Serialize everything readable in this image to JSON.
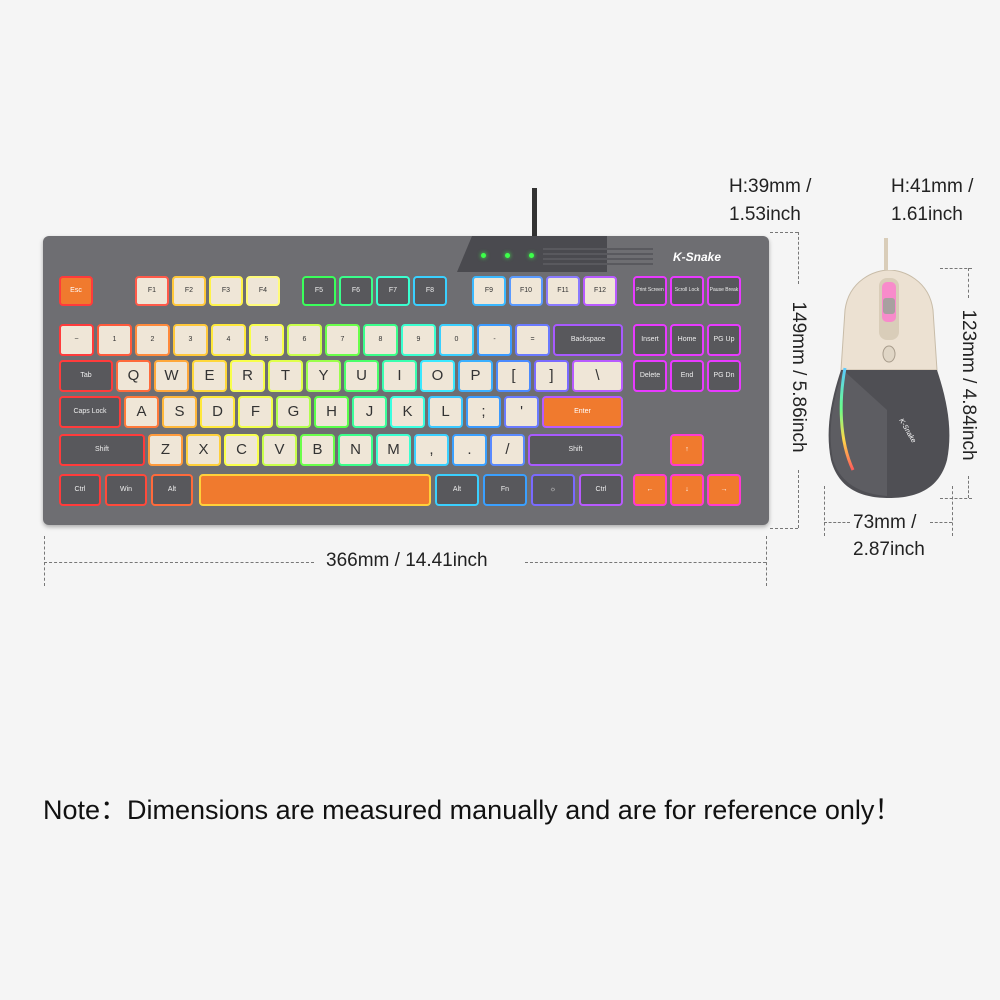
{
  "dimensions": {
    "keyboard_height": "H:39mm /",
    "keyboard_height_inch": "1.53inch",
    "mouse_height": "H:41mm /",
    "mouse_height_inch": "1.61inch",
    "keyboard_depth": "149mm / 5.86inch",
    "mouse_length": "123mm / 4.84inch",
    "keyboard_width": "366mm / 14.41inch",
    "mouse_width": "73mm /",
    "mouse_width_inch": "2.87inch"
  },
  "keyboard": {
    "brand": "K-Snake",
    "keys": {
      "esc": "Esc",
      "f1": "F1",
      "f2": "F2",
      "f3": "F3",
      "f4": "F4",
      "f5": "F5",
      "f6": "F6",
      "f7": "F7",
      "f8": "F8",
      "f9": "F9",
      "f10": "F10",
      "f11": "F11",
      "f12": "F12",
      "prtsc": "Print Screen",
      "scroll": "Scroll Lock",
      "pause": "Pause Break",
      "tilde": "~",
      "n1": "1",
      "n2": "2",
      "n3": "3",
      "n4": "4",
      "n5": "5",
      "n6": "6",
      "n7": "7",
      "n8": "8",
      "n9": "9",
      "n0": "0",
      "minus": "-",
      "equal": "=",
      "backspace": "Backspace",
      "insert": "Insert",
      "home": "Home",
      "pgup": "PG Up",
      "tab": "Tab",
      "q": "Q",
      "w": "W",
      "e": "E",
      "r": "R",
      "t": "T",
      "y": "Y",
      "u": "U",
      "i": "I",
      "o": "O",
      "p": "P",
      "lbr": "[",
      "rbr": "]",
      "bslash": "\\",
      "delete": "Delete",
      "end": "End",
      "pgdn": "PG Dn",
      "caps": "Caps Lock",
      "a": "A",
      "s": "S",
      "d": "D",
      "f": "F",
      "g": "G",
      "h": "H",
      "j": "J",
      "k": "K",
      "l": "L",
      "semi": ";",
      "quote": "'",
      "enter": "Enter",
      "lshift": "Shift",
      "z": "Z",
      "x": "X",
      "c": "C",
      "v": "V",
      "b": "B",
      "n": "N",
      "m": "M",
      "comma": ",",
      "period": ".",
      "slash": "/",
      "rshift": "Shift",
      "lctrl": "Ctrl",
      "win": "Win",
      "lalt": "Alt",
      "space": "",
      "ralt": "Alt",
      "fn": "Fn",
      "sun": "☼",
      "rctrl": "Ctrl",
      "up": "↑",
      "left": "←",
      "down": "↓",
      "right": "→"
    }
  },
  "mouse": {
    "brand": "K-Snake"
  },
  "note": "Note：Dimensions are measured manually and are for reference only！"
}
